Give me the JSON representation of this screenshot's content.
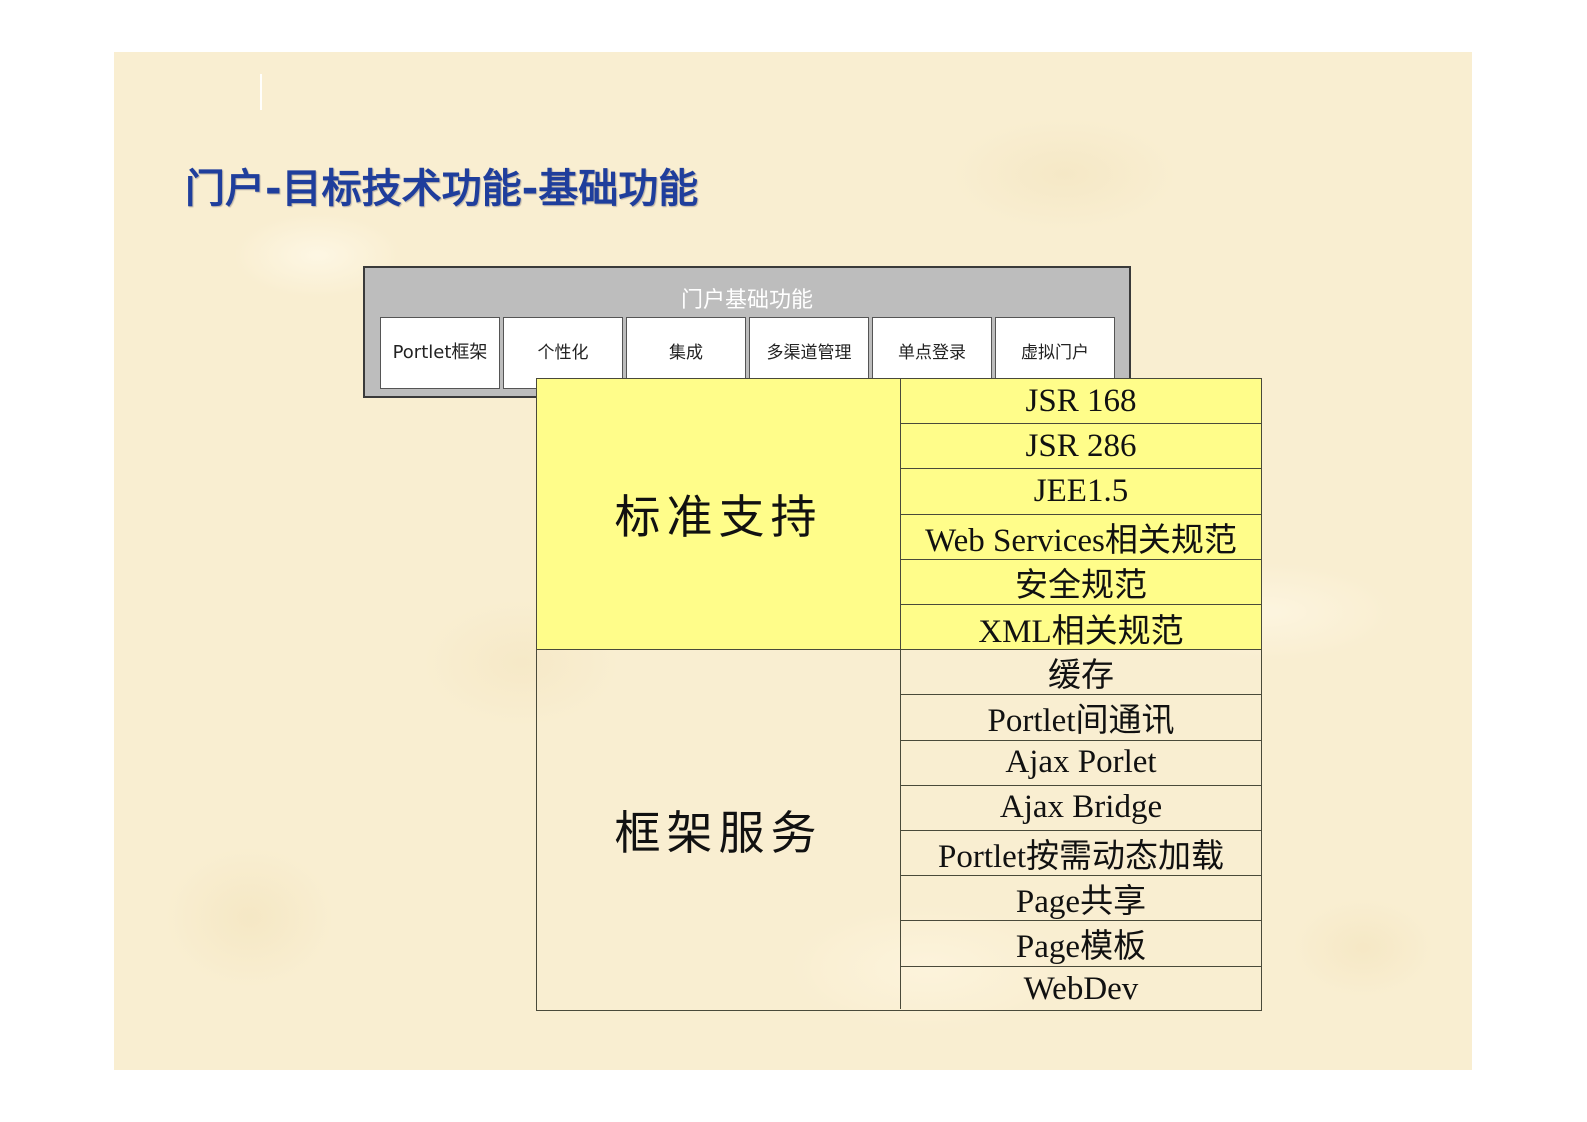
{
  "slide": {
    "title": "门户-目标技术功能-基础功能",
    "colors": {
      "title": "#1f3e9c",
      "background": "#f9eed1",
      "header_box": "#bdbdbd",
      "highlight": "#fffd8a"
    }
  },
  "portal_box": {
    "title": "门户基础功能",
    "modules": [
      {
        "label": "Portlet框架"
      },
      {
        "label": "个性化"
      },
      {
        "label": "集成"
      },
      {
        "label": "多渠道管理"
      },
      {
        "label": "单点登录"
      },
      {
        "label": "虚拟门户"
      }
    ]
  },
  "feature_table": {
    "groups": [
      {
        "label": "标准支持",
        "items": [
          "JSR 168",
          "JSR 286",
          "JEE1.5",
          "Web Services相关规范",
          "安全规范",
          "XML相关规范"
        ]
      },
      {
        "label": "框架服务",
        "items": [
          "缓存",
          "Portlet间通讯",
          "Ajax Porlet",
          "Ajax Bridge",
          "Portlet按需动态加载",
          "Page共享",
          "Page模板",
          "WebDev"
        ]
      }
    ]
  }
}
